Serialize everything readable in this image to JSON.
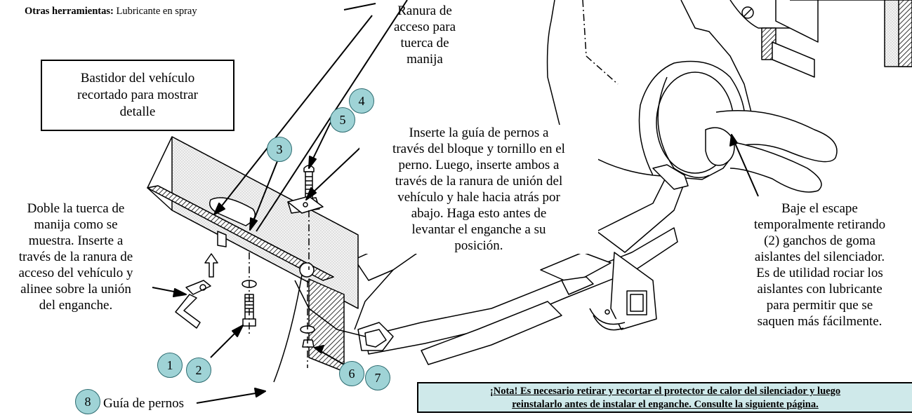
{
  "tools": {
    "label": "Otras herramientas:",
    "value": "Lubricante en spray"
  },
  "labels": {
    "slot_access": [
      "Ranura de",
      "acceso para",
      "tuerca de",
      "manija"
    ],
    "frame_box": [
      "Bastidor del vehículo",
      "recortado para mostrar",
      "detalle"
    ],
    "insert_guide": [
      "Inserte la guía de pernos a",
      "través del bloque y tornillo en el",
      "perno. Luego, inserte ambos a",
      "través de la ranura de unión del",
      "vehículo y hale hacia atrás por",
      "abajo. Haga esto antes de",
      "levantar el enganche a su",
      "posición."
    ],
    "bend_nut": [
      "Doble la tuerca de",
      "manija como se",
      "muestra. Inserte a",
      "través de la ranura de",
      "acceso del vehículo y",
      "alinee sobre la unión",
      "del enganche."
    ],
    "exhaust": [
      "Baje el escape",
      "temporalmente retirando",
      "(2) ganchos de goma",
      "aislantes del silenciador.",
      "Es de utilidad rociar los",
      "aislantes con lubricante",
      "para permitir  que se",
      "saquen más fácilmente."
    ],
    "bolt_guide": "Guía de pernos"
  },
  "note": {
    "line1": "¡Nota!  Es necesario retirar y recortar el protector de calor del silenciador y luego",
    "line2": "reinstalarlo antes de instalar el enganche. Consulte la siguiente página."
  },
  "callouts": [
    "1",
    "2",
    "3",
    "4",
    "5",
    "6",
    "7",
    "8"
  ],
  "colors": {
    "callout_fill": "#9fd3d6",
    "note_fill": "#cfe9ea"
  }
}
